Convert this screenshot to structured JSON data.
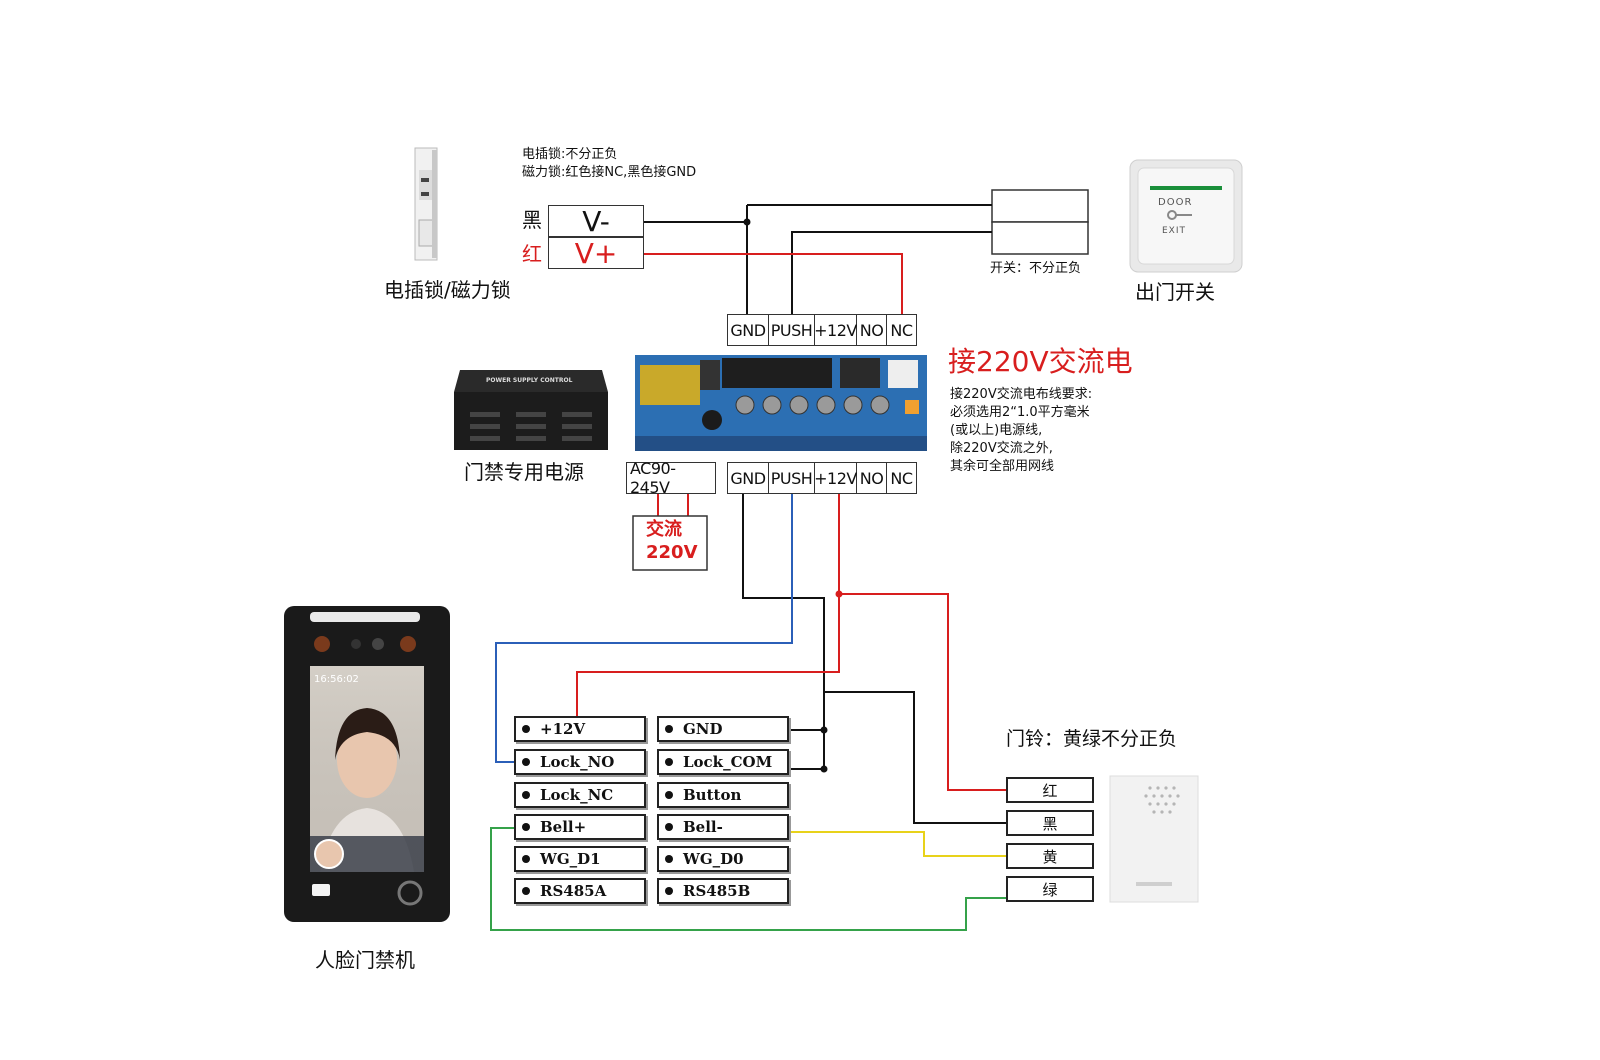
{
  "lock": {
    "note_line1": "电插锁:不分正负",
    "note_line2": "磁力锁:红色接NC,黑色接GND",
    "black_label": "黑",
    "red_label": "红",
    "v_minus": "V-",
    "v_plus": "V+",
    "caption": "电插锁/磁力锁"
  },
  "exit_switch": {
    "note": "开关：不分正负",
    "caption": "出门开关",
    "plate_top": "DOOR",
    "plate_bottom": "EXIT"
  },
  "power_supply": {
    "caption": "门禁专用电源",
    "case_label": "POWER SUPPLY CONTROL",
    "top_terminals": [
      "GND",
      "PUSH",
      "+12V",
      "NO",
      "NC"
    ],
    "bottom_terminals": [
      "GND",
      "PUSH",
      "+12V",
      "NO",
      "NC"
    ],
    "ac_terminal": "AC90-245V",
    "ac_box_line1": "交流",
    "ac_box_line2": "220V"
  },
  "ac_info": {
    "title": "接220V交流电",
    "lines": [
      "接220V交流电布线要求:",
      "必须选用2“1.0平方毫米",
      "(或以上)电源线,",
      "除220V交流之外,",
      "其余可全部用网线"
    ]
  },
  "face_terminal": {
    "caption": "人脸门禁机",
    "screen_time": "16:56:02",
    "pins_left": [
      "+12V",
      "Lock_NO",
      "Lock_NC",
      "Bell+",
      "WG_D1",
      "RS485A"
    ],
    "pins_right": [
      "GND",
      "Lock_COM",
      "Button",
      "Bell-",
      "WG_D0",
      "RS485B"
    ]
  },
  "doorbell": {
    "note": "门铃：黄绿不分正负",
    "wires": [
      "红",
      "黑",
      "黄",
      "绿"
    ]
  },
  "colors": {
    "wire_black": "#111111",
    "wire_red": "#d81e1e",
    "wire_blue": "#2b5fb8",
    "wire_yellow": "#e8d21a",
    "wire_green": "#35a24a",
    "accent_red": "#d81e1e"
  }
}
